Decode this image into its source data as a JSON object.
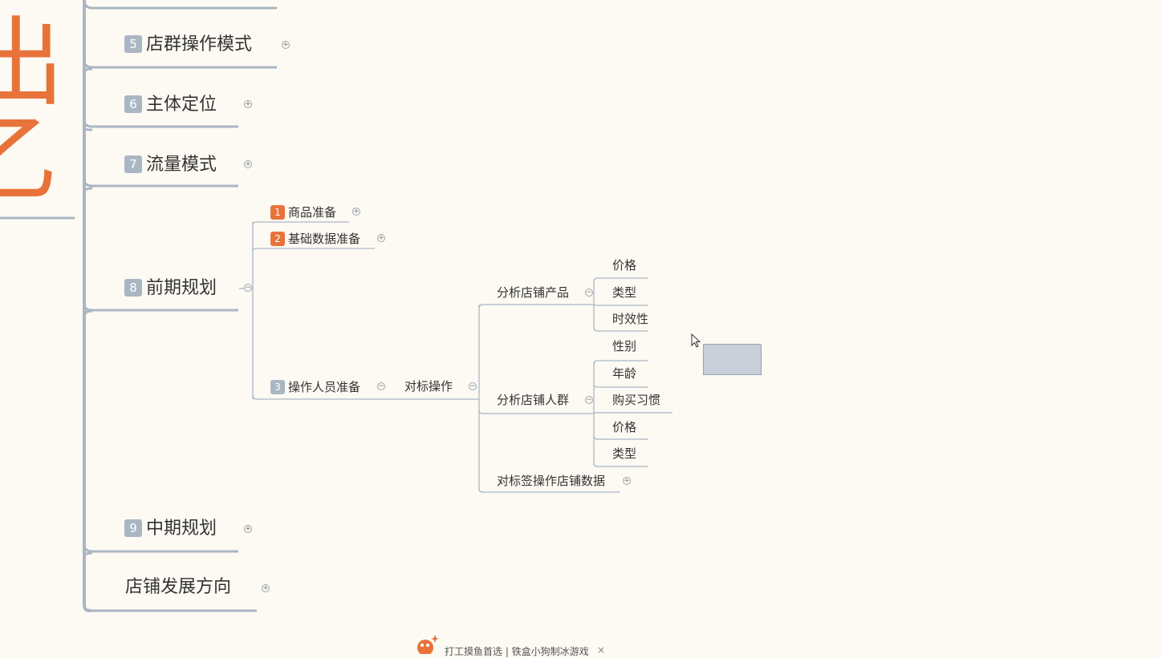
{
  "mindmap": {
    "title_fragment_top": "出",
    "title_fragment_bottom": "乙",
    "branches": [
      {
        "num": "5",
        "label": "店群操作模式",
        "toggle": "+"
      },
      {
        "num": "6",
        "label": "主体定位",
        "toggle": "+"
      },
      {
        "num": "7",
        "label": "流量模式",
        "toggle": "+"
      },
      {
        "num": "8",
        "label": "前期规划",
        "toggle": "−"
      },
      {
        "num": "9",
        "label": "中期规划",
        "toggle": "+"
      },
      {
        "num": "",
        "label": "店铺发展方向",
        "toggle": "+"
      }
    ],
    "sub_branches": [
      {
        "num": "1",
        "label": "商品准备",
        "toggle": "+"
      },
      {
        "num": "2",
        "label": "基础数据准备",
        "toggle": "+"
      },
      {
        "num": "3",
        "label": "操作人员准备",
        "toggle": "−"
      }
    ],
    "benchmark": {
      "label": "对标操作",
      "toggle": "−"
    },
    "analysis": [
      {
        "label": "分析店铺产品",
        "toggle": "−",
        "children": [
          "价格",
          "类型",
          "时效性"
        ]
      },
      {
        "label": "分析店铺人群",
        "toggle": "−",
        "children": [
          "性别",
          "年龄",
          "购买习惯",
          "价格",
          "类型"
        ]
      },
      {
        "label": "对标签操作店铺数据",
        "toggle": "+"
      }
    ]
  },
  "ad": {
    "text": "打工摸鱼首选 | 铁盒小狗制冰游戏",
    "close": "×"
  },
  "colors": {
    "accent": "#e8733a",
    "line": "#aab6c4",
    "background": "#fdfaf3"
  }
}
